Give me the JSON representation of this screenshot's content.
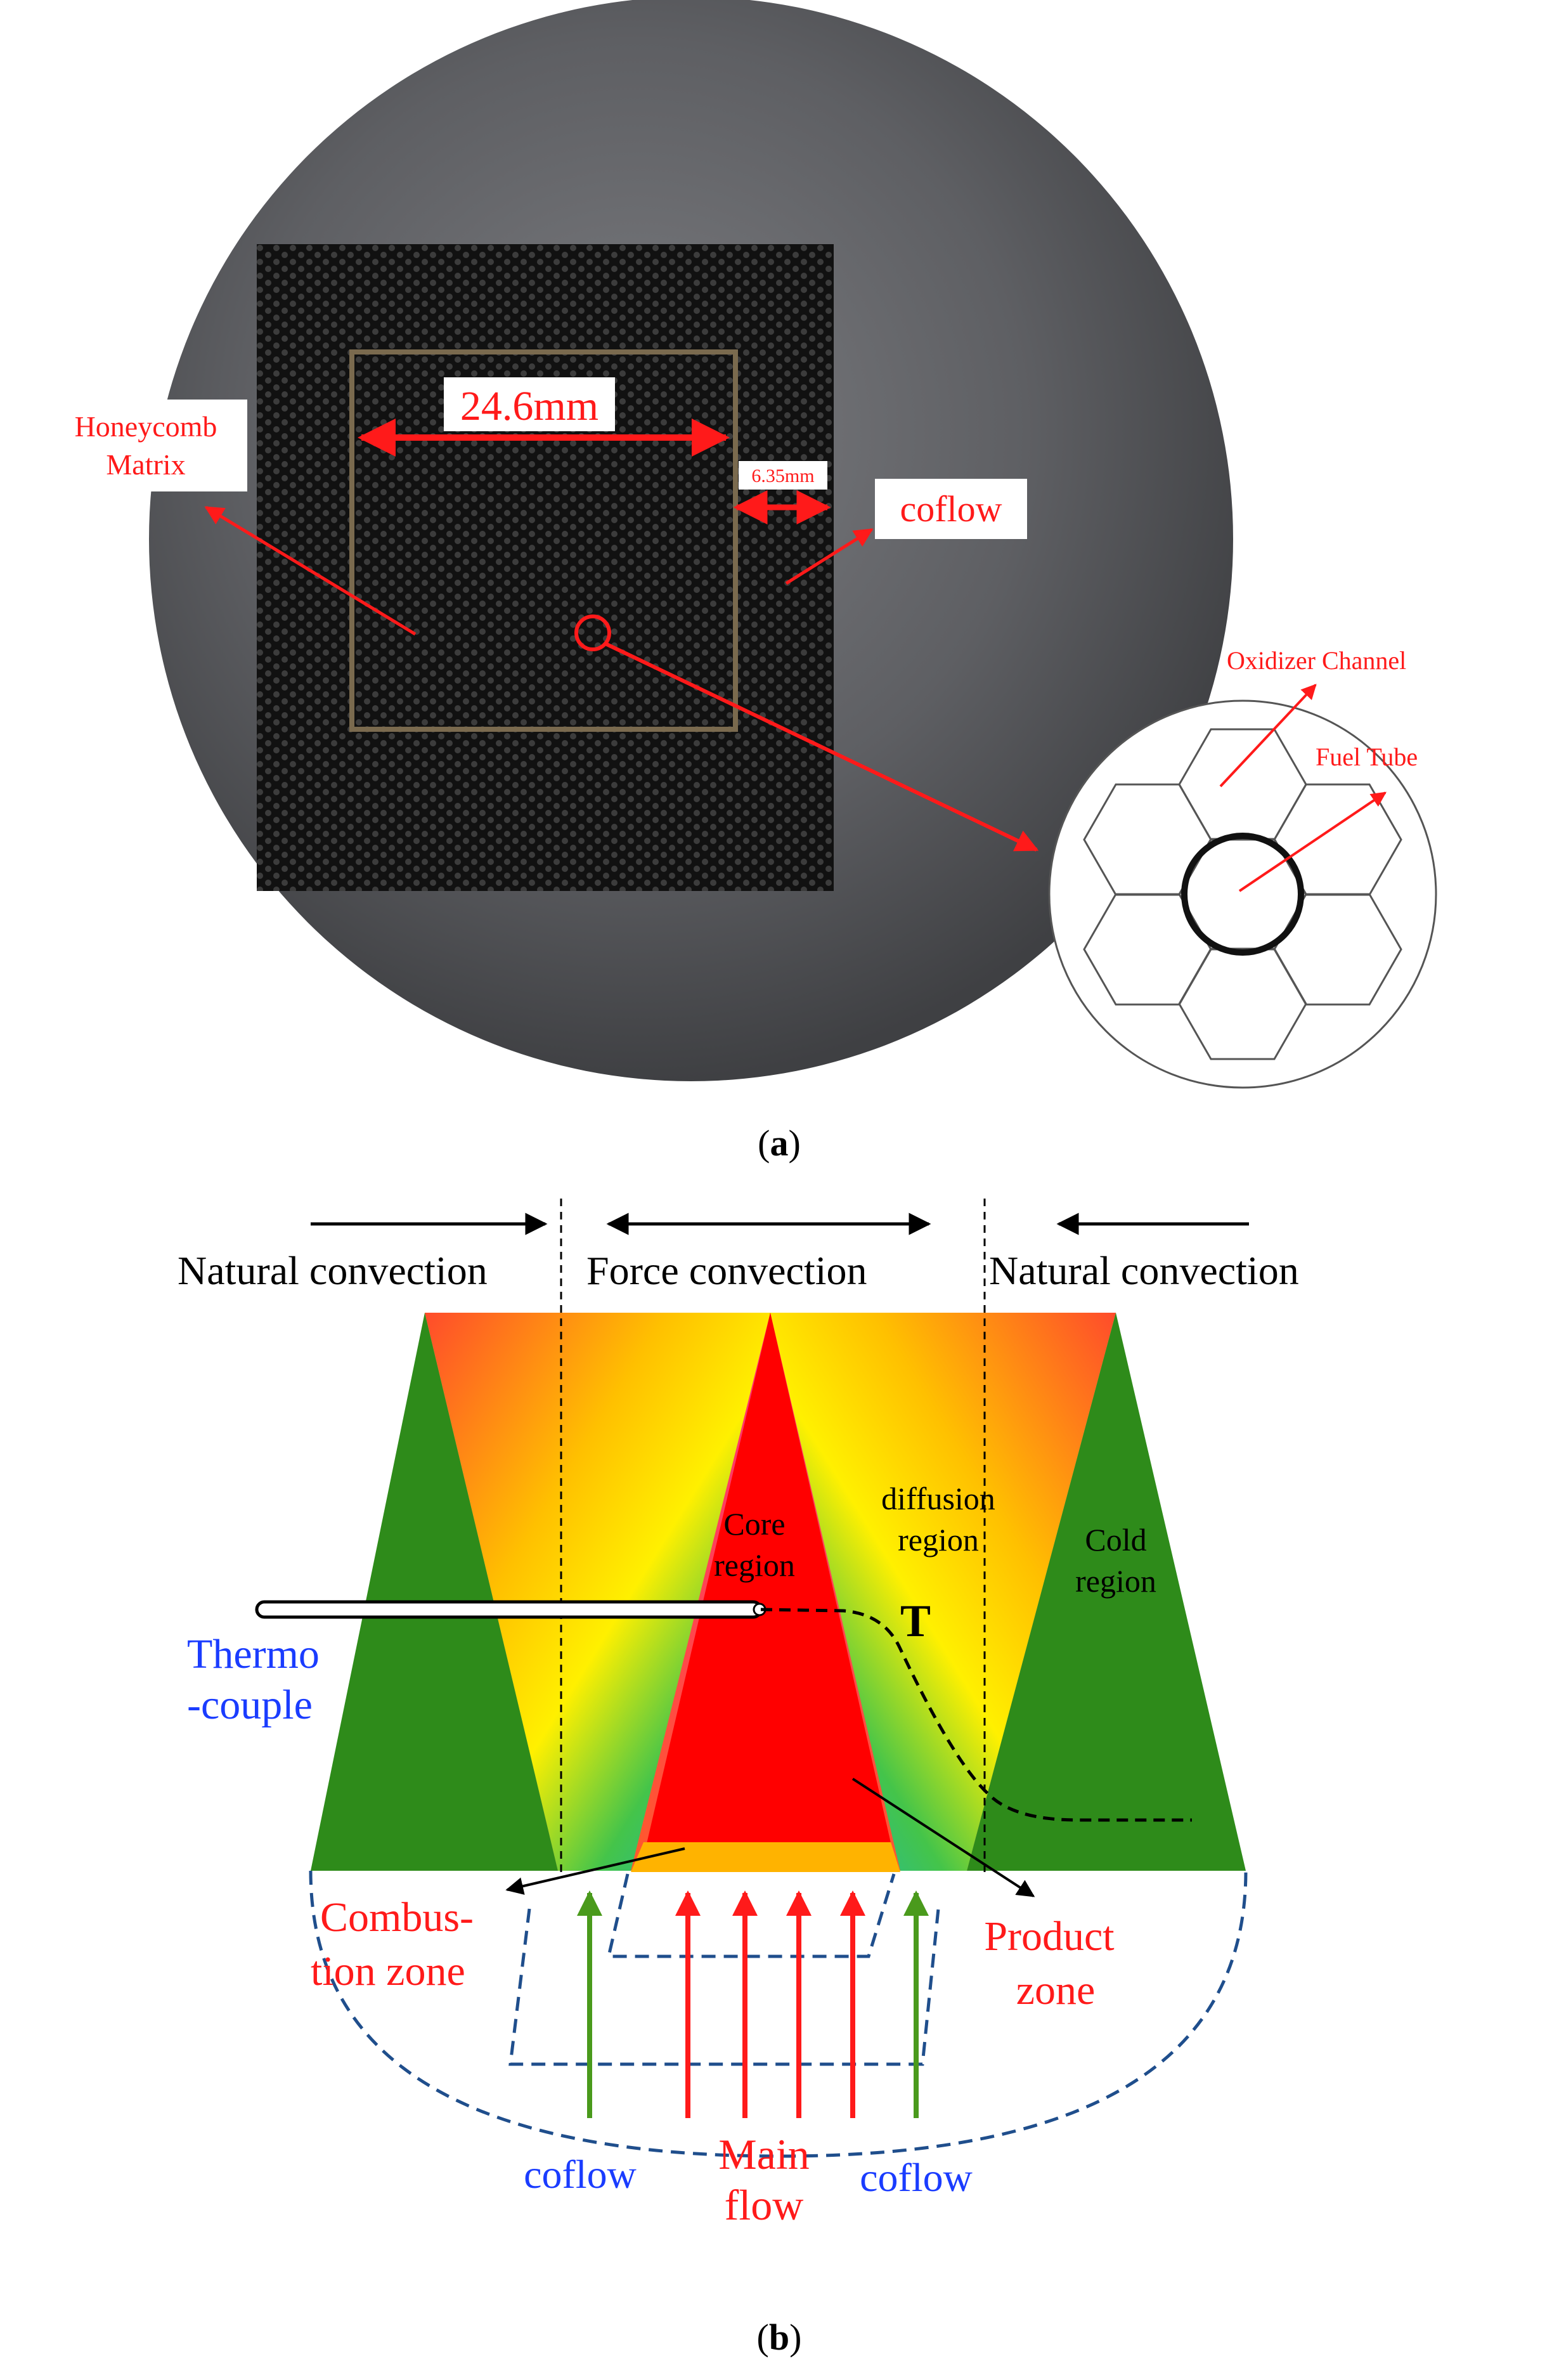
{
  "panel_a": {
    "caption_open": "(",
    "caption_letter": "a",
    "caption_close": ")",
    "labels": {
      "honeycomb_line1": "Honeycomb",
      "honeycomb_line2": "Matrix",
      "dimension_main": "24.6mm",
      "dimension_gap": "6.35mm",
      "coflow": "coflow",
      "oxidizer_channel": "Oxidizer Channel",
      "fuel_tube": "Fuel Tube"
    },
    "colors": {
      "annotation": "#ff1a1a",
      "plate": "#5a5b5e",
      "honeycomb": "#161616"
    }
  },
  "panel_b": {
    "caption_open": "(",
    "caption_letter": "b",
    "caption_close": ")",
    "headers": {
      "left": "Natural convection",
      "center": "Force convection",
      "right": "Natural convection"
    },
    "regions": {
      "core_line1": "Core",
      "core_line2": "region",
      "diffusion_line1": "diffusion",
      "diffusion_line2": "region",
      "cold_line1": "Cold",
      "cold_line2": "region",
      "temperature_symbol": "T"
    },
    "thermocouple_line1": "Thermo",
    "thermocouple_line2": "-couple",
    "combustion_line1": "Combus-",
    "combustion_line2": "tion zone",
    "product_line1": "Product",
    "product_line2": "zone",
    "coflow_left": "coflow",
    "coflow_right": "coflow",
    "main_flow_line1": "Main",
    "main_flow_line2": "flow",
    "colors": {
      "cold": "#2e8b1a",
      "core": "#ff0000",
      "combustion_base": "#ffb300",
      "flow_arrow": "#ff1a1a",
      "coflow_arrow": "#4a9a1c",
      "blue_text": "#1a3cff",
      "red_text": "#ff1a1a",
      "dashed_outline": "#1f4e8c"
    }
  }
}
